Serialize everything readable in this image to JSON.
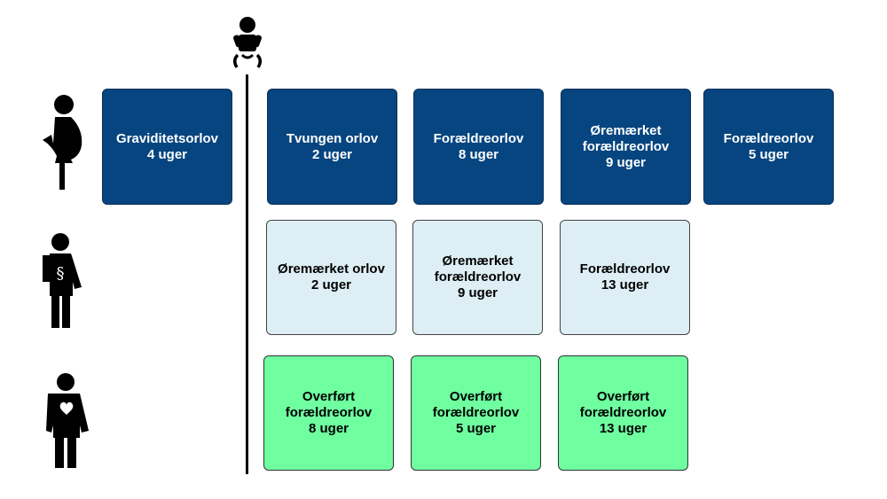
{
  "rows": {
    "mother": {
      "icon": "pregnant-woman-icon",
      "boxes": [
        {
          "lines": [
            "Graviditetsorlov",
            "4 uger"
          ]
        },
        {
          "lines": [
            "Tvungen orlov",
            "2 uger"
          ]
        },
        {
          "lines": [
            "Forældreorlov",
            "8 uger"
          ]
        },
        {
          "lines": [
            "Øremærket",
            "forældreorlov",
            "9 uger"
          ]
        },
        {
          "lines": [
            "Forældreorlov",
            "5 uger"
          ]
        }
      ]
    },
    "partner": {
      "icon": "partner-with-paragraph-icon",
      "boxes": [
        {
          "lines": [
            "Øremærket orlov",
            "2 uger"
          ]
        },
        {
          "lines": [
            "Øremærket",
            "forældreorlov",
            "9 uger"
          ]
        },
        {
          "lines": [
            "Forældreorlov",
            "13 uger"
          ]
        }
      ]
    },
    "social_parent": {
      "icon": "parent-with-heart-icon",
      "boxes": [
        {
          "lines": [
            "Overført",
            "forældreorlov",
            "8 uger"
          ]
        },
        {
          "lines": [
            "Overført",
            "forældreorlov",
            "5 uger"
          ]
        },
        {
          "lines": [
            "Overført",
            "forældreorlov",
            "13 uger"
          ]
        }
      ]
    }
  },
  "birth_marker_icon": "baby-icon",
  "colors": {
    "dark_blue": "#064580",
    "light_blue": "#ddeef5",
    "green": "#6ffea0"
  }
}
